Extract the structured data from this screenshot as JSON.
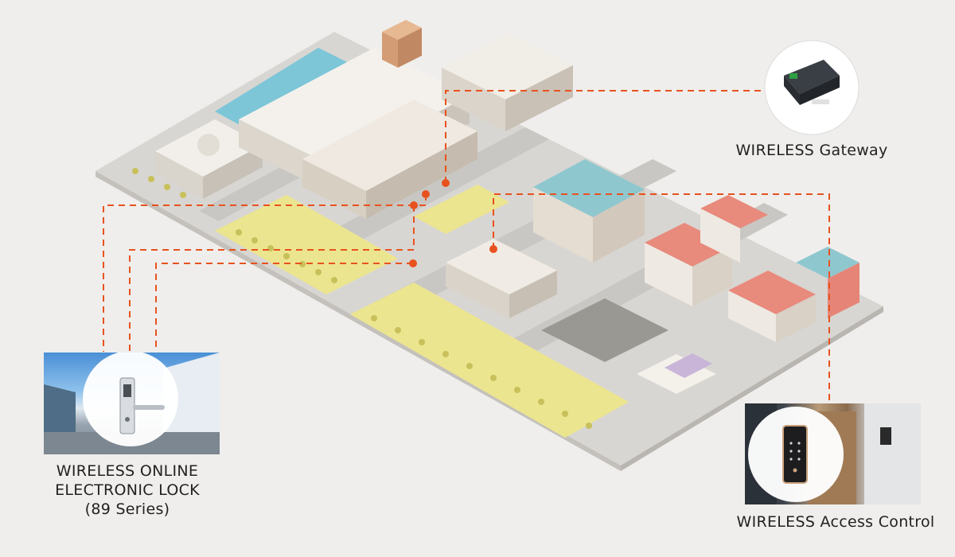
{
  "labels": {
    "gateway": "WIRELESS Gateway",
    "access_control": "WIRELESS Access Control",
    "lock_line1": "WIRELESS ONLINE",
    "lock_line2": "ELECTRONIC LOCK",
    "lock_line3": "(89 Series)"
  },
  "icons": {
    "gateway": "gateway-device-icon",
    "access_control": "access-control-keypad-icon",
    "lock": "electronic-door-lock-icon"
  },
  "colors": {
    "background": "#efeeec",
    "connection_line": "#e8521e",
    "park": "#ece58f",
    "water": "#7cc6d8",
    "accent_roof_blue": "#8fc7cf",
    "accent_roof_red": "#e88a7c"
  }
}
